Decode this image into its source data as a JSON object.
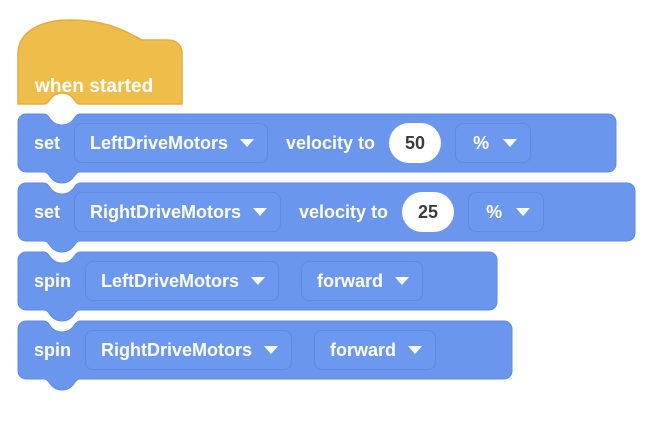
{
  "workspace": {
    "background_color": "#ffffff",
    "hat_color": "#efbd4a",
    "block_color": "#6a96ee",
    "field_color": "#6d98ef",
    "text_color": "#ffffff",
    "number_text_color": "#3b3b3b"
  },
  "script": {
    "hat": {
      "label": "when started",
      "color": "#efbd4a"
    },
    "blocks": [
      {
        "id": "set-left",
        "command": "set",
        "motor": "LeftDriveMotors",
        "middle_text": "velocity to",
        "value": "50",
        "units": "%",
        "motor_caret": "chevron-down-icon",
        "units_caret": "chevron-down-icon"
      },
      {
        "id": "set-right",
        "command": "set",
        "motor": "RightDriveMotors",
        "middle_text": "velocity to",
        "value": "25",
        "units": "%",
        "motor_caret": "chevron-down-icon",
        "units_caret": "chevron-down-icon"
      },
      {
        "id": "spin-left",
        "command": "spin",
        "motor": "LeftDriveMotors",
        "direction": "forward",
        "motor_caret": "chevron-down-icon",
        "direction_caret": "chevron-down-icon"
      },
      {
        "id": "spin-right",
        "command": "spin",
        "motor": "RightDriveMotors",
        "direction": "forward",
        "motor_caret": "chevron-down-icon",
        "direction_caret": "chevron-down-icon"
      }
    ]
  }
}
